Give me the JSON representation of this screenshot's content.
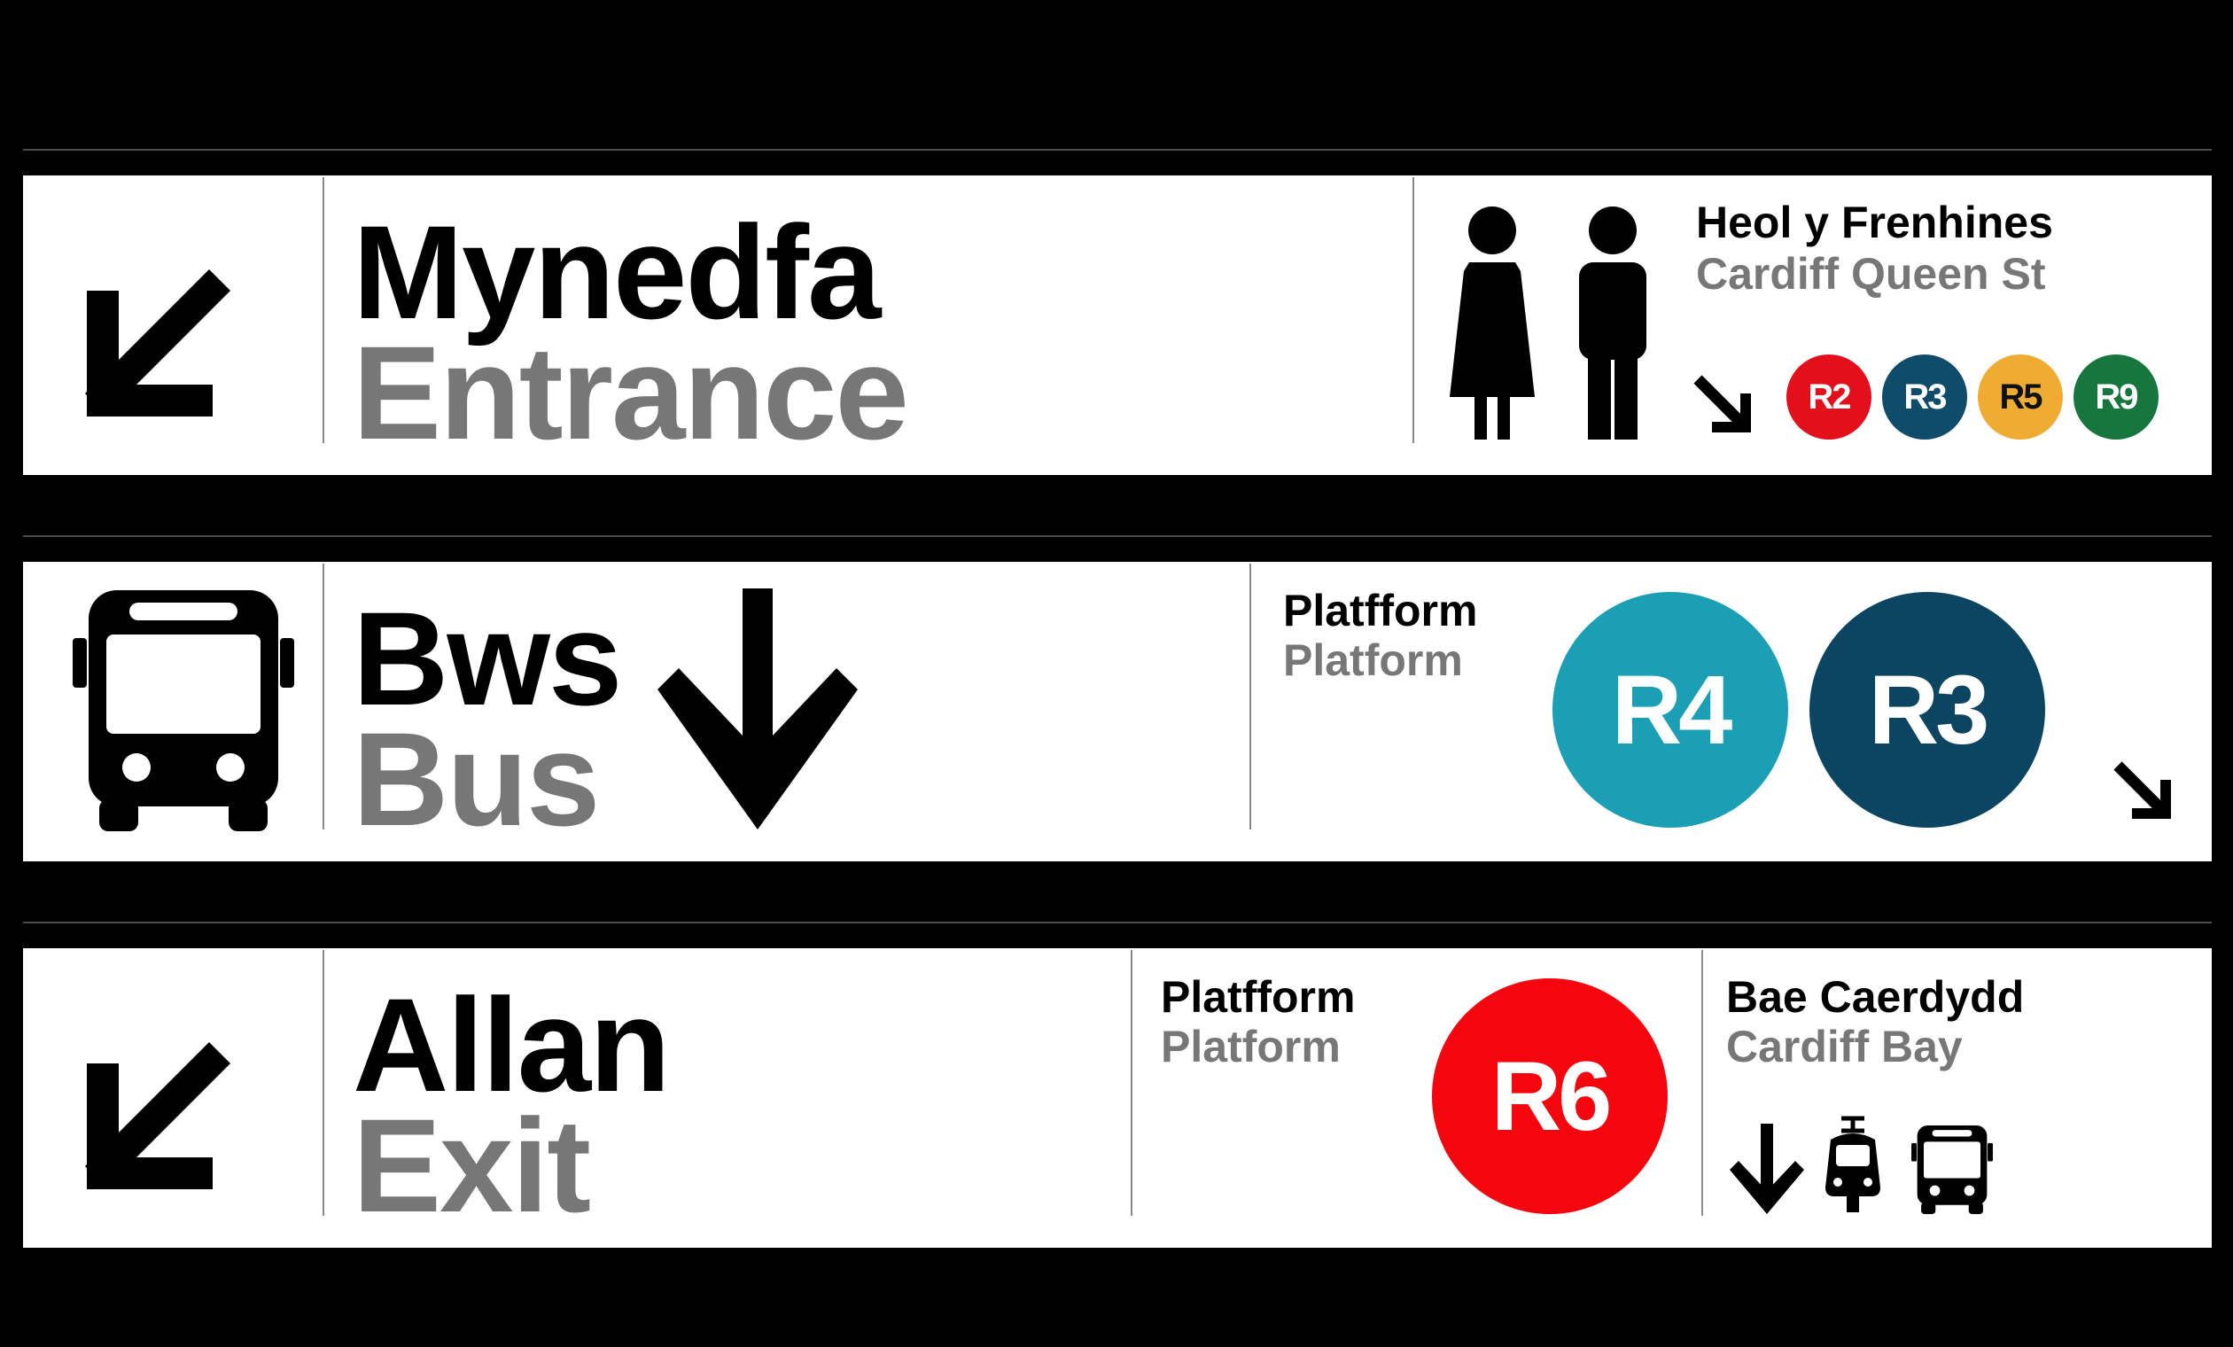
{
  "signs": [
    {
      "arrow_icon": "arrow-down-left-icon",
      "welsh": "Mynedfa",
      "english": "Entrance",
      "side_icon": "toilets-icon",
      "destination": {
        "welsh": "Heol y Frenhines",
        "english": "Cardiff Queen St",
        "arrow_icon": "arrow-down-right-icon",
        "routes": [
          {
            "label": "R2",
            "color": "#e3101b"
          },
          {
            "label": "R3",
            "color": "#0f4c69"
          },
          {
            "label": "R5",
            "color": "#efac33"
          },
          {
            "label": "R9",
            "color": "#17763d"
          }
        ]
      }
    },
    {
      "icon": "bus-icon",
      "welsh": "Bws",
      "english": "Bus",
      "arrow_icon": "arrow-down-icon",
      "platform": {
        "welsh": "Platfform",
        "english": "Platform",
        "routes": [
          {
            "label": "R4",
            "color": "#1a9fb5"
          },
          {
            "label": "R3",
            "color": "#0c4561"
          }
        ],
        "arrow_icon": "arrow-down-right-icon"
      }
    },
    {
      "arrow_icon": "arrow-down-left-icon",
      "welsh": "Allan",
      "english": "Exit",
      "platform": {
        "welsh": "Platfform",
        "english": "Platform",
        "route": {
          "label": "R6",
          "color": "#f5050e"
        }
      },
      "destination": {
        "welsh": "Bae Caerdydd",
        "english": "Cardiff Bay",
        "icons": [
          "arrow-down-icon",
          "tram-icon",
          "bus-icon"
        ]
      }
    }
  ]
}
